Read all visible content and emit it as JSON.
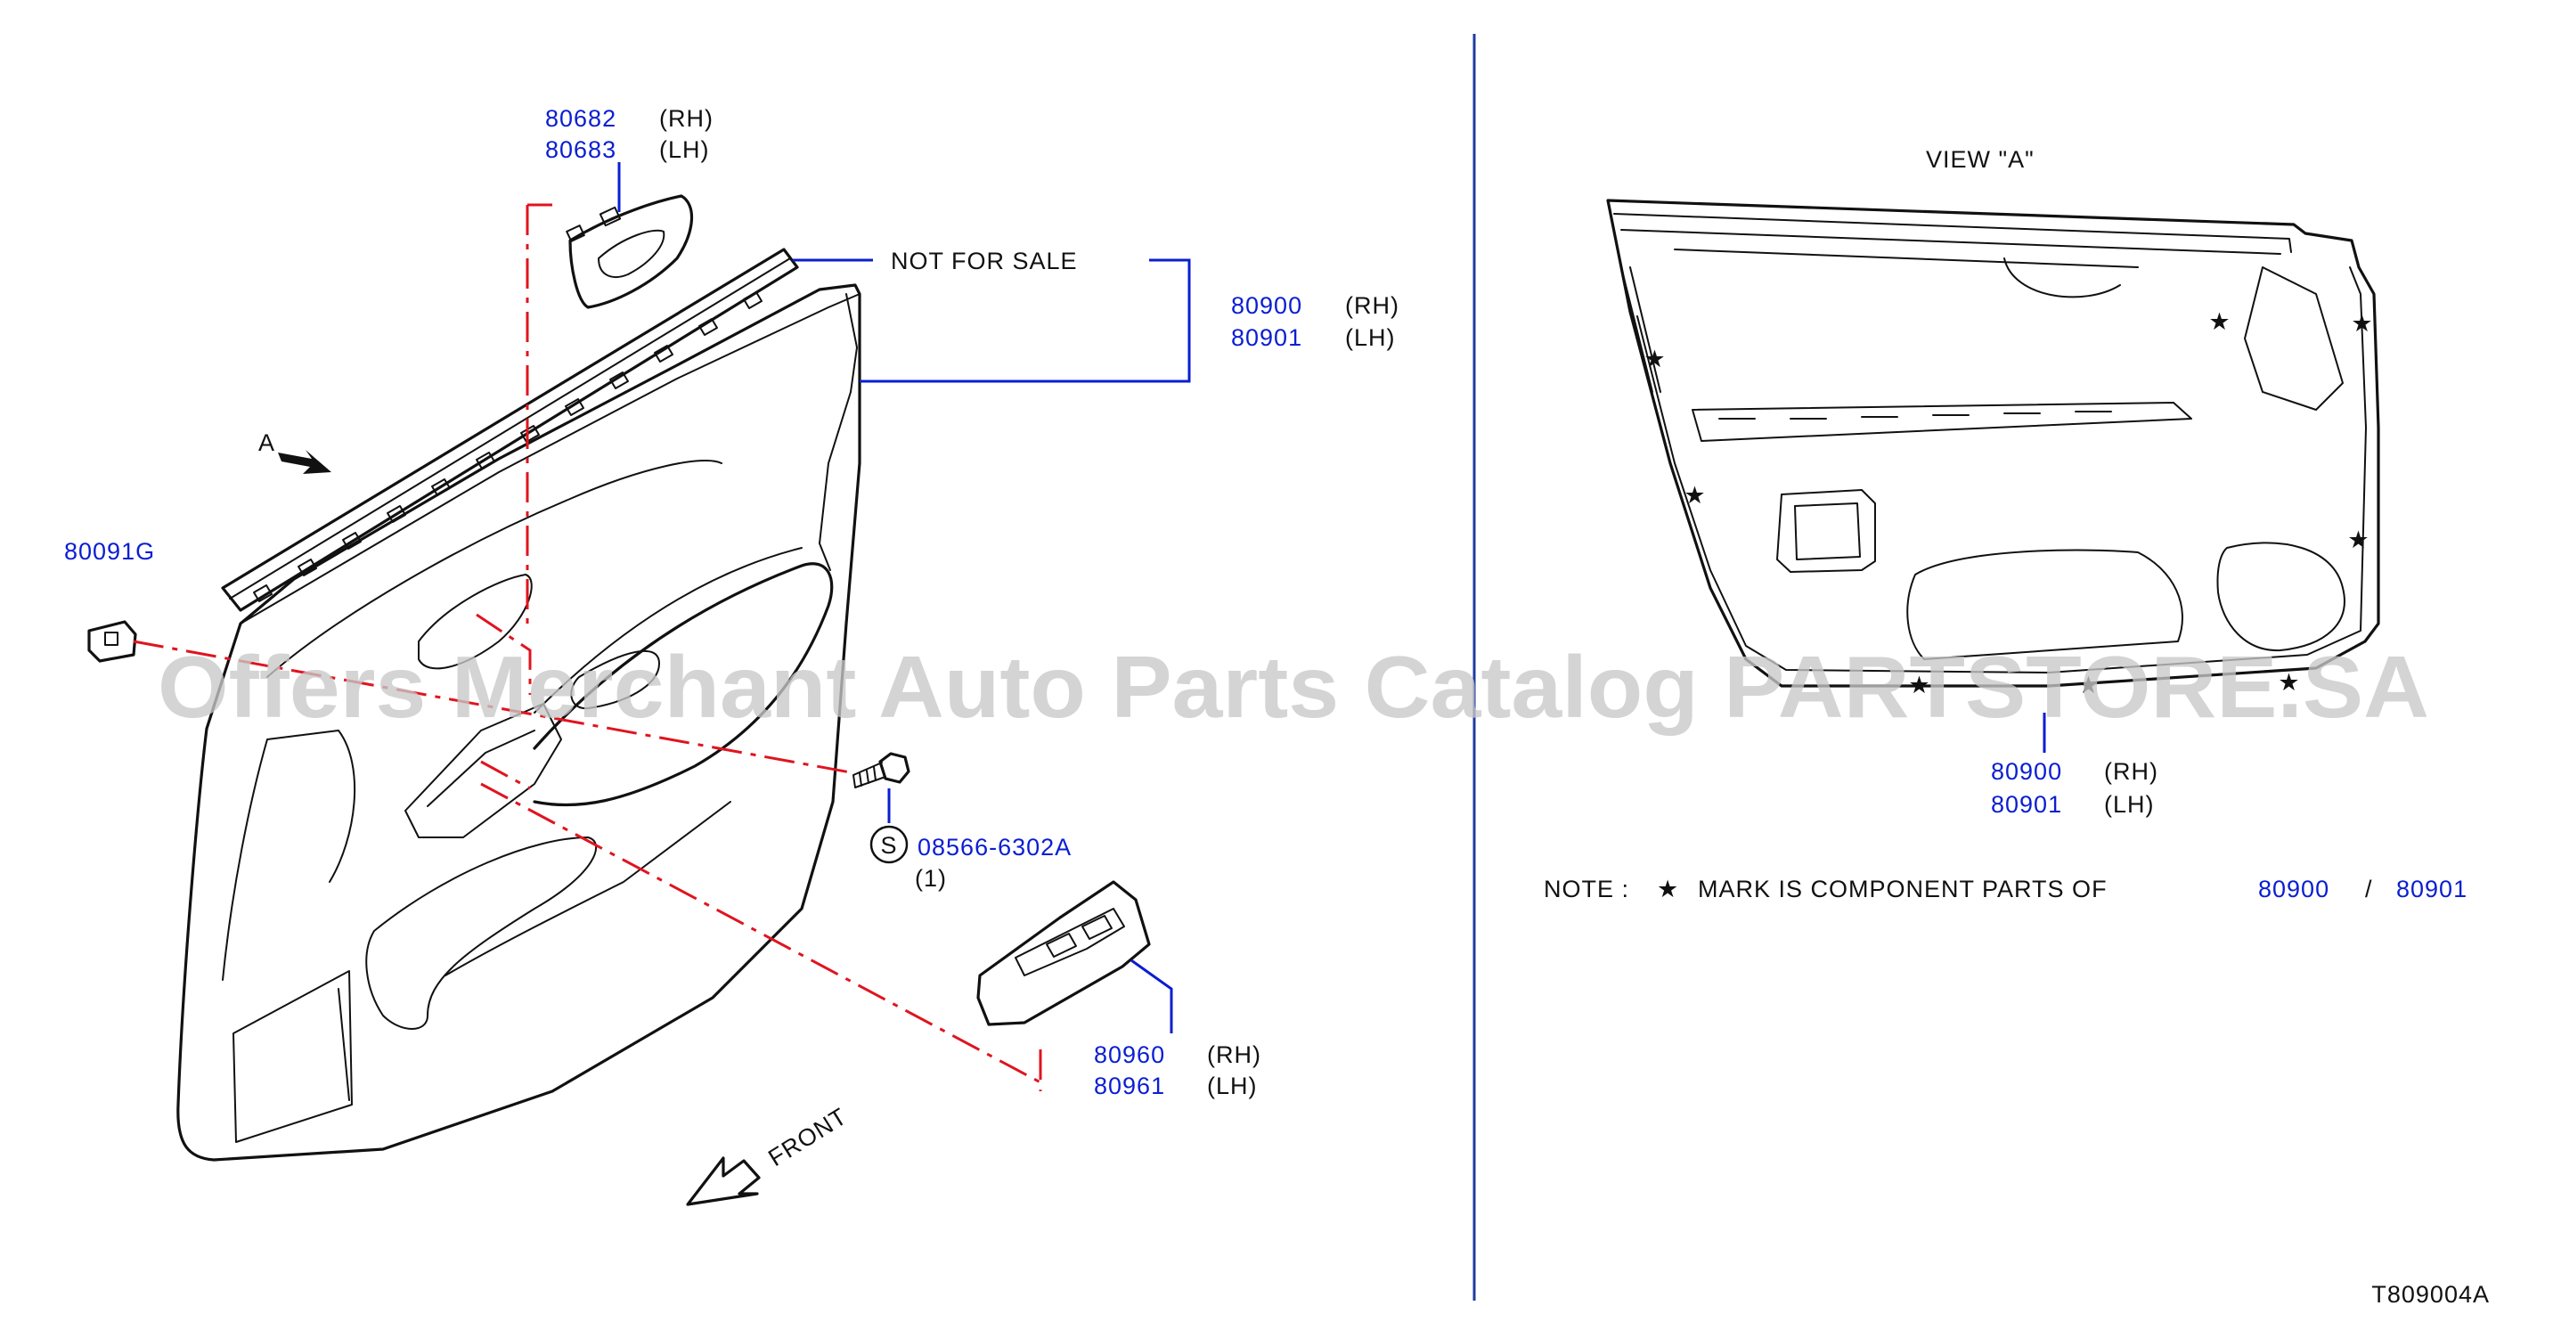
{
  "labels": {
    "view_a": "VIEW   \"A\"",
    "not_for_sale": "NOT   FOR   SALE",
    "arrow_a": "A",
    "front": "FRONT",
    "qty": "(1)",
    "screw_symbol": "S",
    "diagram_code": "T809004A",
    "watermark": "Offers Merchant Auto Parts Catalog PARTSTORE.SA"
  },
  "parts": {
    "grip_rh": "80682",
    "grip_lh": "80683",
    "trim_rh": "80900",
    "trim_lh": "80901",
    "clip": "80091G",
    "screw": "08566-6302A",
    "switch_rh": "80960",
    "switch_lh": "80961",
    "view_rh": "80900",
    "view_lh": "80901"
  },
  "sides": {
    "rh": "(RH)",
    "lh": "(LH)"
  },
  "note": {
    "prefix": "NOTE :",
    "star": "★",
    "text": "MARK   IS   COMPONENT   PARTS   OF",
    "part_a": "80900",
    "separator": "/",
    "part_b": "80901"
  },
  "colors": {
    "part_number": "#0a1ed2",
    "dash_line": "#e0141e",
    "divider": "#1e3ca0",
    "ink": "#111111"
  }
}
